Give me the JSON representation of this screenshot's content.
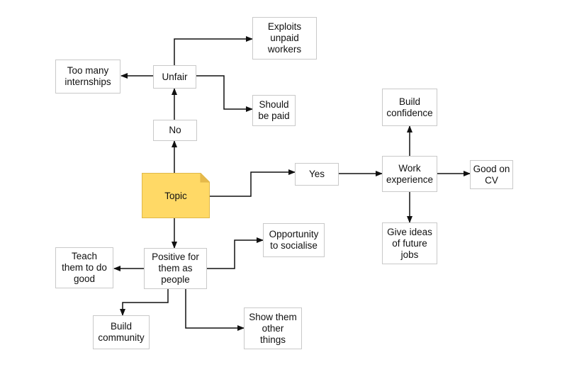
{
  "diagram": {
    "topic": "Topic",
    "nodes": {
      "no": "No",
      "unfair": "Unfair",
      "too_many_internships": "Too many\ninternships",
      "exploits_unpaid_workers": "Exploits\nunpaid\nworkers",
      "should_be_paid": "Should\nbe paid",
      "yes": "Yes",
      "work_experience": "Work\nexperience",
      "build_confidence": "Build\nconfidence",
      "good_on_cv": "Good on\nCV",
      "give_ideas_future_jobs": "Give ideas\nof future\njobs",
      "positive_for_them": "Positive for\nthem as\npeople",
      "opportunity_to_socialise": "Opportunity\nto socialise",
      "teach_them_to_do_good": "Teach\nthem to do\ngood",
      "build_community": "Build\ncommunity",
      "show_them_other_things": "Show them\nother\nthings"
    },
    "colors": {
      "topic_fill": "#ffd966",
      "topic_border": "#e0b84a",
      "topic_fold": "#e6b94a",
      "line": "#111111",
      "node_border": "#c9c9c9"
    }
  }
}
